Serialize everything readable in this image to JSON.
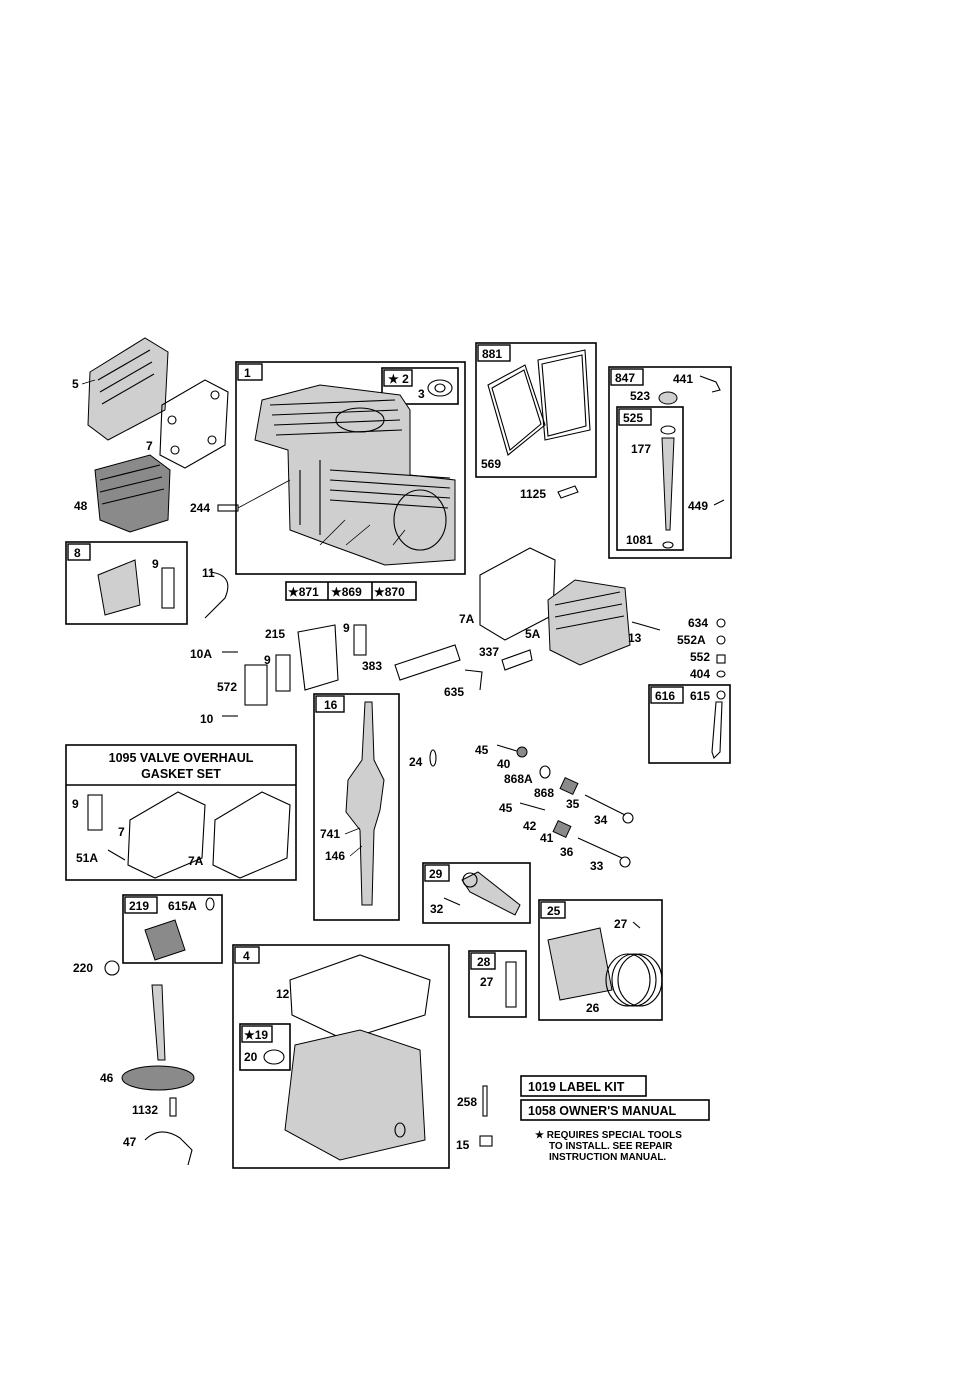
{
  "boxes": {
    "b1": "1",
    "b881": "881",
    "b847": "847",
    "b525": "525",
    "b8": "8",
    "b616": "616",
    "b16": "16",
    "b29": "29",
    "b25": "25",
    "b219": "219",
    "b28": "28",
    "b4": "4",
    "b19": "★19",
    "b2": "★ 2",
    "b871": "★871",
    "b869": "★869",
    "b870": "★870"
  },
  "labels": {
    "p5": "5",
    "p7": "7",
    "p48": "48",
    "p244": "244",
    "p3": "3",
    "p569": "569",
    "p1125": "1125",
    "p441": "441",
    "p523": "523",
    "p177": "177",
    "p449": "449",
    "p1081": "1081",
    "p9a": "9",
    "p11": "11",
    "p7a": "7A",
    "p5a": "5A",
    "p13": "13",
    "p634": "634",
    "p552a": "552A",
    "p552": "552",
    "p404": "404",
    "p215": "215",
    "p9b": "9",
    "p9c": "9",
    "p10a": "10A",
    "p383": "383",
    "p337": "337",
    "p635": "635",
    "p572": "572",
    "p10": "10",
    "p615": "615",
    "p24": "24",
    "p45a": "45",
    "p40": "40",
    "p868a": "868A",
    "p868": "868",
    "p35": "35",
    "p45b": "45",
    "p34": "34",
    "p42": "42",
    "p41": "41",
    "p36": "36",
    "p33": "33",
    "p9d": "9",
    "p7b": "7",
    "p51a": "51A",
    "p7a2": "7A",
    "p741": "741",
    "p146": "146",
    "p32": "32",
    "p27a": "27",
    "p615a": "615A",
    "p220": "220",
    "p12": "12",
    "p27b": "27",
    "p26": "26",
    "p20": "20",
    "p46": "46",
    "p1132": "1132",
    "p258": "258",
    "p47": "47",
    "p15": "15"
  },
  "kits": {
    "valve_gasket_title_1": "1095 VALVE OVERHAUL",
    "valve_gasket_title_2": "GASKET SET",
    "label_kit": "1019 LABEL KIT",
    "owners_manual": "1058 OWNER'S MANUAL"
  },
  "footnote": {
    "line1": "★ REQUIRES SPECIAL TOOLS",
    "line2": "TO INSTALL.  SEE REPAIR",
    "line3": "INSTRUCTION MANUAL."
  }
}
